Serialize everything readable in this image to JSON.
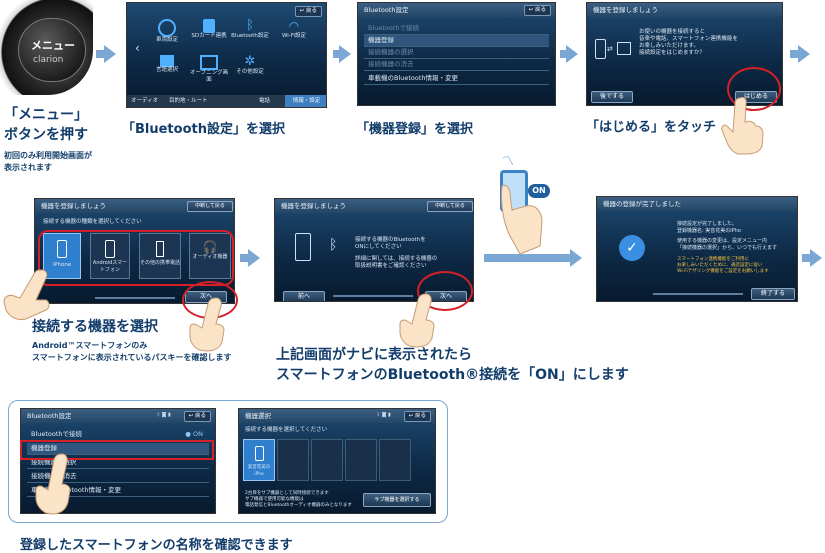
{
  "steps": {
    "s1": {
      "button_label": "メニュー",
      "brand": "clarion",
      "caption1": "「メニュー」",
      "caption2": "ボタンを押す",
      "note1": "初回のみ利用開始画面が",
      "note2": "表示されます"
    },
    "s2": {
      "back": "戻る",
      "icons": [
        "車両設定",
        "SDカード連携",
        "Bluetooth設定",
        "Wi-Fi設定",
        "言語選択",
        "オープニング画面",
        "その他設定"
      ],
      "tabs": [
        "オーディオ",
        "目的地・ルート",
        "電話",
        "情報・設定"
      ],
      "caption": "「Bluetooth設定」を選択"
    },
    "s3": {
      "title": "Bluetooth設定",
      "back": "戻る",
      "rows": [
        "Bluetoothで接続",
        "機器登録",
        "接続機器の選択",
        "接続機器の消去",
        "車載機のBluetooth情報・変更"
      ],
      "caption": "「機器登録」を選択"
    },
    "s4": {
      "title": "機器を登録しましょう",
      "text": [
        "お使いの機器を接続すると",
        "音楽や電話、スマートフォン連携機能を",
        "お楽しみいただけます。",
        "接続設定をはじめますか？"
      ],
      "later": "後でする",
      "start": "はじめる",
      "caption": "「はじめる」をタッチ"
    },
    "s5": {
      "title": "機器を登録しましょう",
      "abort": "中断して戻る",
      "instruction": "接続する機器の種類を選択してください",
      "devices": [
        "iPhone",
        "Androidスマートフォン",
        "その他の携帯電話",
        "オーディオ機器"
      ],
      "next": "次へ",
      "caption": "接続する機器を選択",
      "note1": "Android™スマートフォンのみ",
      "note2": "スマートフォンに表示されているパスキーを確認します"
    },
    "s6": {
      "title": "機器を登録しましょう",
      "abort": "中断して戻る",
      "text": [
        "接続する機器のBluetoothを",
        "ONにしてください",
        "",
        "詳細に関しては、接続する機器の",
        "取扱説明書をご確認ください"
      ],
      "prev": "前へ",
      "next": "次へ",
      "on_label": "ON",
      "caption1": "上記画面がナビに表示されたら",
      "caption2": "スマートフォンのBluetooth®接続を「ON」にします"
    },
    "s7": {
      "title": "機器の登録が完了しました",
      "text": [
        "接続設定が完了しました。",
        "登録機器名: 実音花美のiPho",
        "",
        "使用する機器の変更は、設定メニュー内",
        "「接続機器の選択」から、いつでも行えます"
      ],
      "note": [
        "スマートフォン連携機能をご利用に",
        "お楽しみいただくために、通話設定に従い",
        "Wi-Fiテザリング機能をご設定をお願いします"
      ],
      "finish": "終了する"
    },
    "s8": {
      "title": "Bluetooth設定",
      "back": "戻る",
      "rows": [
        "Bluetoothで接続",
        "機器登録",
        "接続機器の選択",
        "接続機器の消去",
        "車載機のBluetooth情報・変更"
      ],
      "status": "ON"
    },
    "s9": {
      "title": "機器選択",
      "back": "戻る",
      "instruction": "接続する機器を選択してください",
      "selected": "実音花美のiPho",
      "info": [
        "2台目をサブ機器として同時接続できます",
        "サブ機器で使用可能な機能は",
        "電話発信とBluetoothオーディオ機器のみとなります"
      ],
      "sub_button": "サブ機器を選択する"
    },
    "bottom_caption": "登録したスマートフォンの名称を確認できます"
  },
  "colors": {
    "caption": "#123d6b",
    "arrow": "#7aa7d3",
    "highlight": "#d42027"
  }
}
